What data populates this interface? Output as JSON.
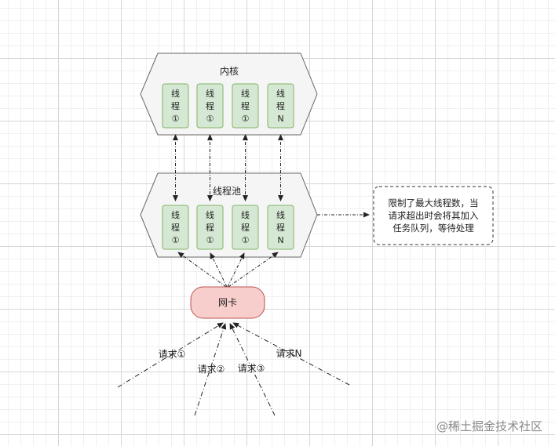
{
  "kernel": {
    "title": "内核",
    "threads": [
      {
        "l1": "线",
        "l2": "程",
        "l3": "①"
      },
      {
        "l1": "线",
        "l2": "程",
        "l3": "①"
      },
      {
        "l1": "线",
        "l2": "程",
        "l3": "①"
      },
      {
        "l1": "线",
        "l2": "程",
        "l3": "N"
      }
    ]
  },
  "pool": {
    "title": "线程池",
    "threads": [
      {
        "l1": "线",
        "l2": "程",
        "l3": "①"
      },
      {
        "l1": "线",
        "l2": "程",
        "l3": "①"
      },
      {
        "l1": "线",
        "l2": "程",
        "l3": "①"
      },
      {
        "l1": "线",
        "l2": "程",
        "l3": "N"
      }
    ]
  },
  "note": {
    "line1": "限制了最大线程数，当",
    "line2": "请求超出时会将其加入",
    "line3": "任务队列，等待处理"
  },
  "nic": {
    "label": "网卡"
  },
  "requests": [
    "请求①",
    "请求②",
    "请求③",
    "请求N"
  ],
  "watermark": "@稀土掘金技术社区",
  "colors": {
    "thread_fill": "#d5e8d4",
    "thread_stroke": "#82b366",
    "nic_fill": "#f8cecc",
    "nic_stroke": "#b85450",
    "container_fill": "#f5f5f5",
    "container_stroke": "#666666"
  }
}
